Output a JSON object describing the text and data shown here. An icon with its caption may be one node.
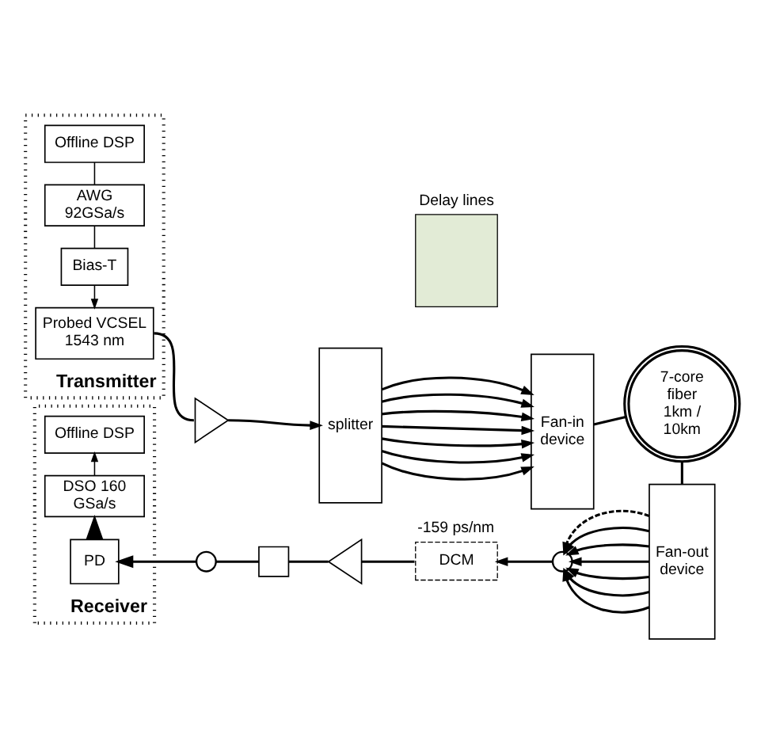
{
  "diagram": {
    "nodes": [
      {
        "text": [
          "Transmitter"
        ]
      },
      {
        "text": [
          "Offline DSP"
        ],
        "in": 0
      },
      {
        "text": [
          "AWG 92GSa/s"
        ],
        "in": 0
      },
      {
        "text": [
          "Bias-T"
        ],
        "in": 0
      },
      {
        "text": [
          "Probed VCSEL 1543 nm"
        ],
        "in": 0
      },
      {
        "text": [],
        "shape": "triangle"
      },
      {
        "text": [
          "splitter"
        ]
      },
      {
        "text": [
          "Delay lines"
        ]
      },
      {
        "text": [
          "Fan-in device"
        ]
      },
      {
        "text": [
          "7-core fiber",
          "1km / 10km"
        ]
      },
      {
        "text": [
          "Receiver"
        ]
      },
      {
        "text": [
          "Offline DSP"
        ],
        "in": 10
      },
      {
        "text": [
          "DSO 160 GSa/s"
        ],
        "in": 10
      },
      {
        "text": [
          "PD"
        ],
        "in": 10
      },
      {
        "text": [],
        "shape": "circle"
      },
      {
        "text": [],
        "shape": "box"
      },
      {
        "text": [],
        "shape": "triangle"
      },
      {
        "text": [
          "DCM"
        ],
        "beside": [
          "-159 ps/nm"
        ]
      },
      {
        "text": [],
        "shape": "circle"
      },
      {
        "text": [
          "Fan-out device"
        ]
      }
    ],
    "edges": [
      {
        "from": 1,
        "to": 2,
        "arrow": "none"
      },
      {
        "from": 2,
        "to": 3,
        "arrow": "none"
      },
      {
        "from": 3,
        "to": 4,
        "arrow": "to"
      },
      {
        "from": 4,
        "to": 5,
        "arrow": "none"
      },
      {
        "from": 5,
        "to": 6,
        "arrow": "to"
      },
      {
        "from": 6,
        "to": 8,
        "arrow": "to"
      },
      {
        "from": 6,
        "to": 8,
        "arrow": "to"
      },
      {
        "from": 6,
        "to": 8,
        "arrow": "to"
      },
      {
        "from": 6,
        "to": 8,
        "arrow": "to"
      },
      {
        "from": 6,
        "to": 8,
        "arrow": "to"
      },
      {
        "from": 6,
        "to": 8,
        "arrow": "to"
      },
      {
        "from": 6,
        "to": 8,
        "arrow": "to"
      },
      {
        "from": 8,
        "to": 9,
        "arrow": "none"
      },
      {
        "from": 9,
        "to": 19,
        "arrow": "none"
      },
      {
        "from": 19,
        "to": 18,
        "arrow": "to"
      },
      {
        "from": 19,
        "to": 18,
        "arrow": "to"
      },
      {
        "from": 19,
        "to": 18,
        "arrow": "to"
      },
      {
        "from": 19,
        "to": 18,
        "arrow": "to"
      },
      {
        "from": 19,
        "to": 18,
        "arrow": "to"
      },
      {
        "from": 19,
        "to": 18,
        "arrow": "to"
      },
      {
        "from": 19,
        "to": 18,
        "arrow": "to",
        "style": "dashed"
      },
      {
        "from": 18,
        "to": 17,
        "arrow": "to"
      },
      {
        "from": 17,
        "to": 16,
        "arrow": "none"
      },
      {
        "from": 16,
        "to": 15,
        "arrow": "none"
      },
      {
        "from": 15,
        "to": 14,
        "arrow": "none"
      },
      {
        "from": 14,
        "to": 13,
        "arrow": "to"
      },
      {
        "from": 13,
        "to": 12,
        "arrow": "to"
      },
      {
        "from": 12,
        "to": 11,
        "arrow": "to"
      }
    ]
  }
}
